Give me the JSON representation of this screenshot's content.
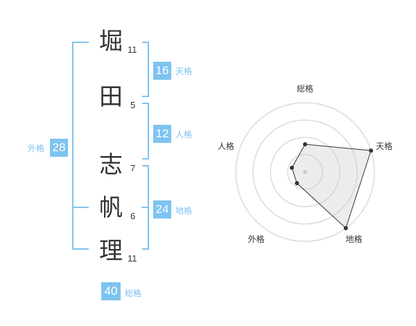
{
  "name_chars": [
    {
      "char": "堀",
      "strokes": "11"
    },
    {
      "char": "田",
      "strokes": "5"
    },
    {
      "char": "志",
      "strokes": "7"
    },
    {
      "char": "帆",
      "strokes": "6"
    },
    {
      "char": "理",
      "strokes": "11"
    }
  ],
  "kaku": {
    "tenkaku": {
      "value": "16",
      "label": "天格"
    },
    "jinkaku": {
      "value": "12",
      "label": "人格"
    },
    "chikaku": {
      "value": "24",
      "label": "地格"
    },
    "gaikaku": {
      "value": "28",
      "label": "外格"
    },
    "soukaku": {
      "value": "40",
      "label": "総格"
    }
  },
  "colors": {
    "accent": "#7ec3f0",
    "text": "#333333"
  },
  "chart_data": {
    "type": "radar",
    "axes": [
      "総格",
      "天格",
      "地格",
      "外格",
      "人格"
    ],
    "values": [
      2,
      5,
      5,
      1,
      1
    ],
    "max": 5,
    "rings": 4,
    "title": ""
  }
}
